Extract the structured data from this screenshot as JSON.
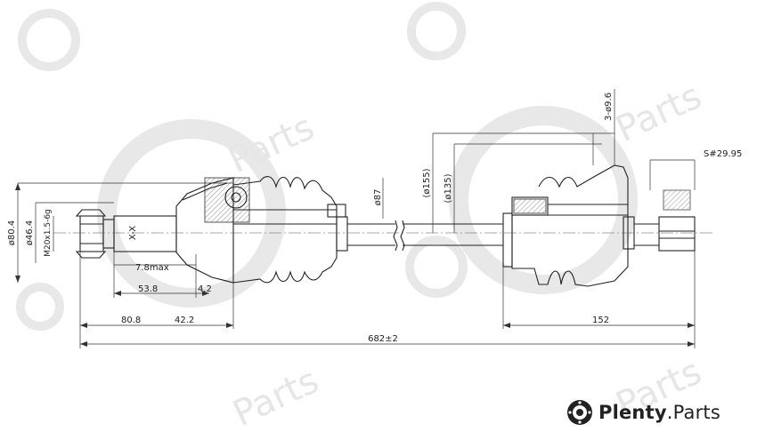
{
  "watermark_text": "Parts",
  "brand": {
    "name_bold": "Plenty",
    "name_rest": ".Parts",
    "icon": "brake-disc-icon"
  },
  "dimensions": {
    "d80_4": "ø80.4",
    "d46_4": "ø46.4",
    "thread": "M20x1.5-6g",
    "axis": "X-X",
    "max7_8": "7.8max",
    "len53_8": "53.8",
    "len4_2": "4.2",
    "len80_8": "80.8",
    "len42_2": "42.2",
    "d87": "ø87",
    "d155": "(ø155)",
    "d135": "(ø135)",
    "holes": "3-ø9.6",
    "spline": "S#29.95",
    "len152": "152",
    "total": "682±2"
  },
  "colors": {
    "line": "#222222",
    "watermark": "#e6e6e6",
    "accent": "#222222"
  }
}
